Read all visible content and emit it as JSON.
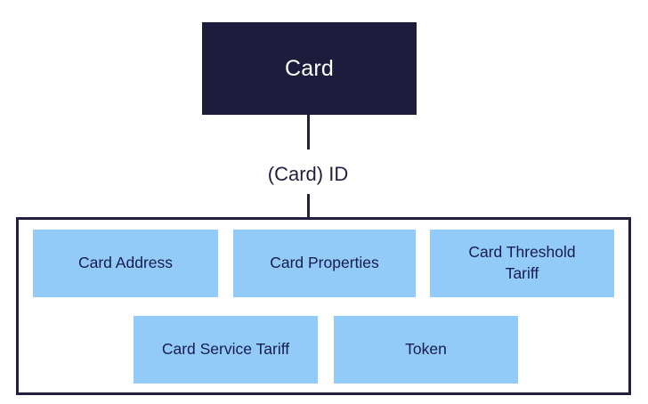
{
  "diagram": {
    "root": {
      "label": "Card"
    },
    "edge": {
      "label": "(Card) ID"
    },
    "children": [
      {
        "label": "Card Address"
      },
      {
        "label": "Card Properties"
      },
      {
        "label": "Card Threshold Tariff"
      },
      {
        "label": "Card Service Tariff"
      },
      {
        "label": "Token"
      }
    ],
    "colors": {
      "root_fill": "#1e1c3d",
      "root_text": "#ffffff",
      "child_fill": "#92cbf7",
      "child_text": "#161b4e",
      "line": "#221f41",
      "container_border": "#221f41",
      "background": "#ffffff"
    }
  }
}
